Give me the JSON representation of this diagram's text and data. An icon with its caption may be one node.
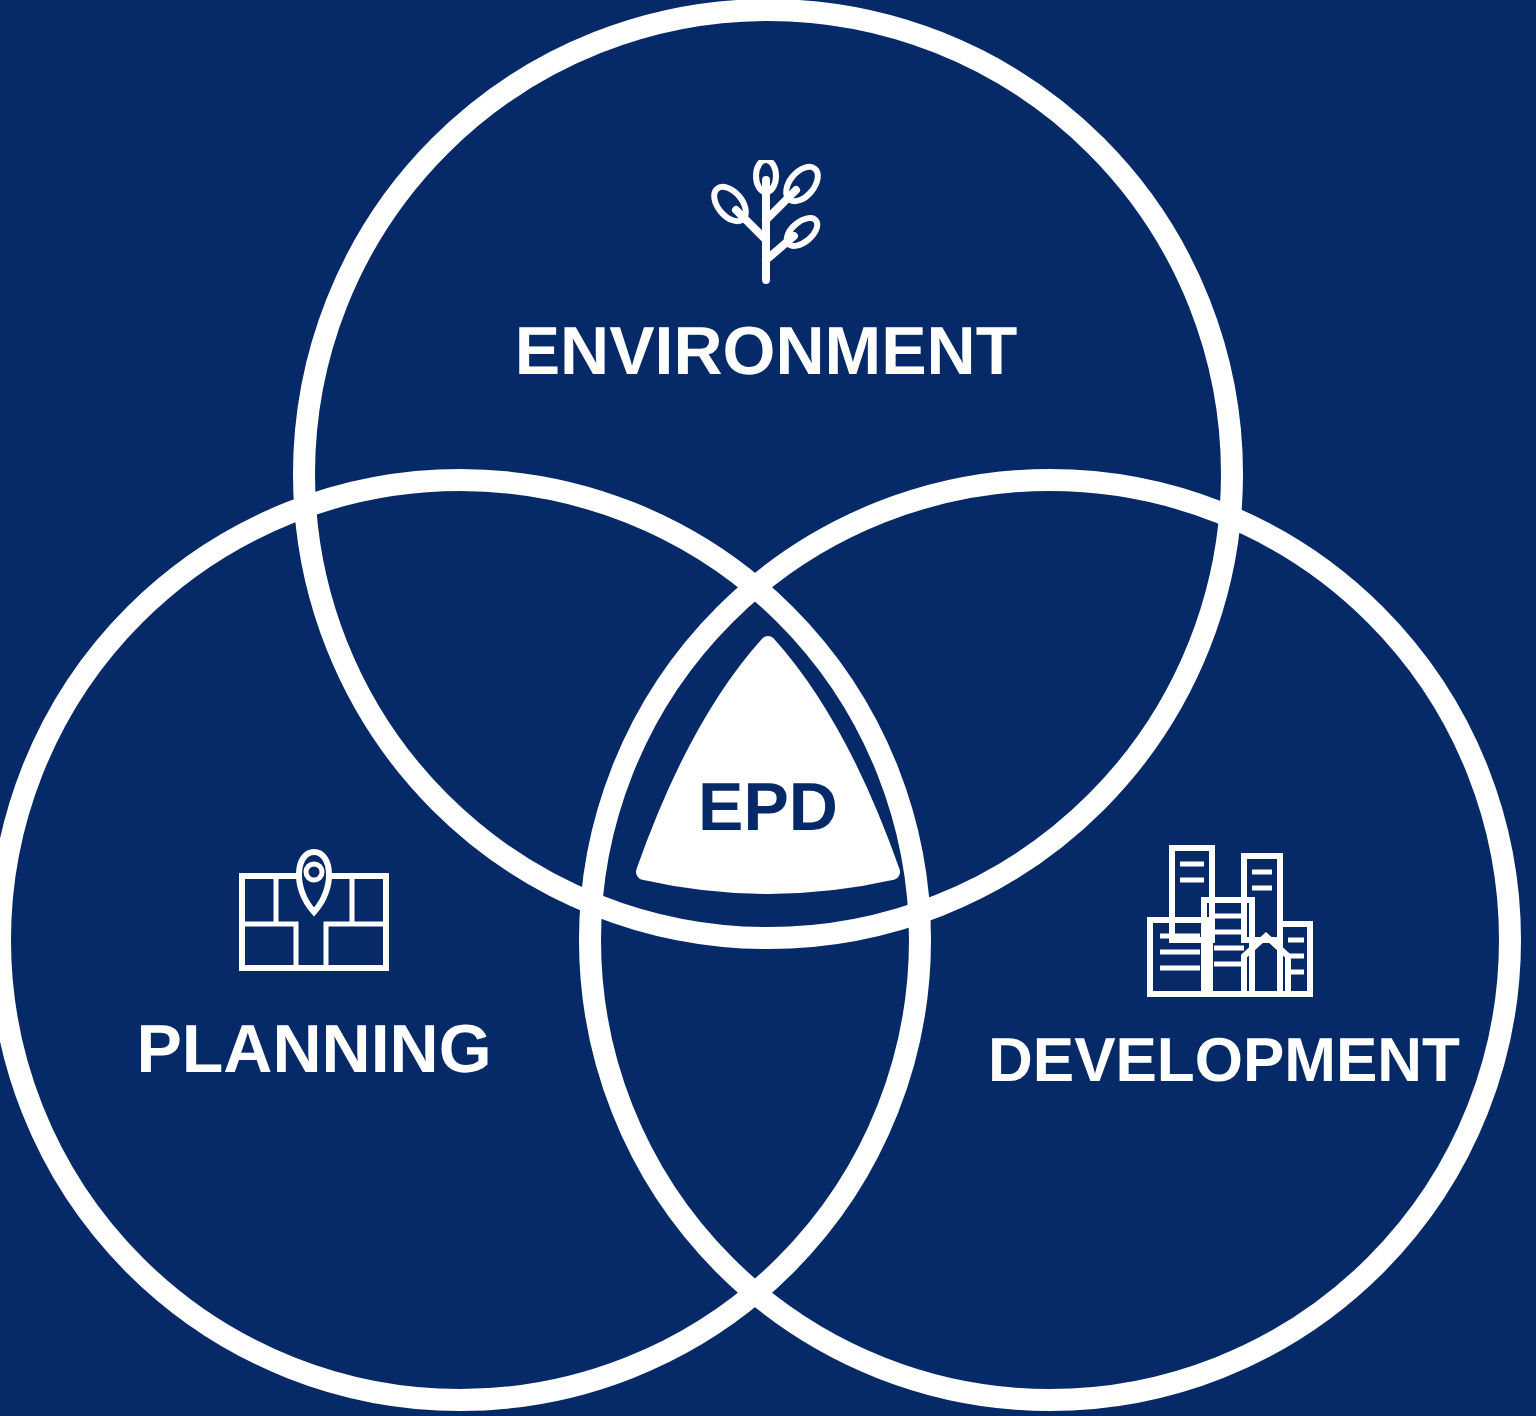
{
  "diagram": {
    "nodes": [
      {
        "text": [
          "ENVIRONMENT"
        ]
      },
      {
        "text": [
          "PLANNING"
        ]
      },
      {
        "text": [
          "DEVELOPMENT"
        ]
      },
      {
        "text": [
          "EPD"
        ]
      }
    ]
  }
}
